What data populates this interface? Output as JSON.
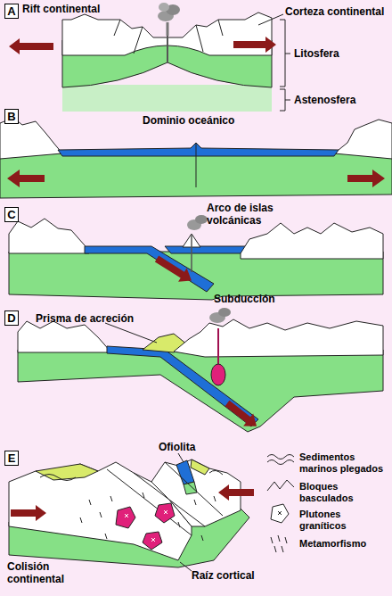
{
  "diagram": {
    "nodes": [
      {
        "text": [
          "A"
        ]
      },
      {
        "text": [
          "B"
        ]
      },
      {
        "text": [
          "C"
        ]
      },
      {
        "text": [
          "D"
        ]
      },
      {
        "text": [
          "E"
        ]
      }
    ],
    "labels": [
      "Rift continental",
      "Corteza continental",
      "Litosfera",
      "Astenosfera",
      "Dominio oceánico",
      "Arco de islas volcánicas",
      "Subducción",
      "Prisma de acreción",
      "Ofiolita",
      "Raíz cortical",
      "Colisión continental"
    ],
    "legend": [
      {
        "text": "Sedimentos marinos plegados"
      },
      {
        "text": "Bloques basculados"
      },
      {
        "text": "Plutones graníticos"
      },
      {
        "text": "Metamorfismo"
      }
    ]
  }
}
